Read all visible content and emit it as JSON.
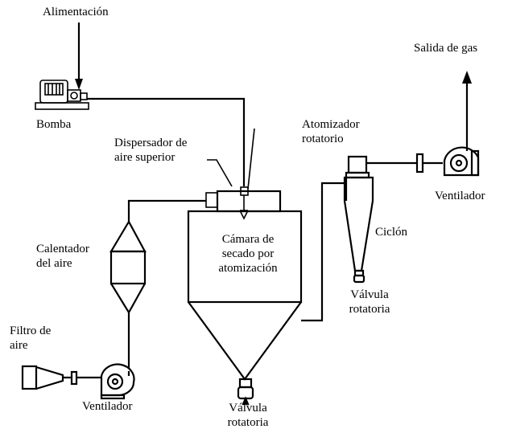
{
  "labels": {
    "alimentacion": "Alimentación",
    "bomba": "Bomba",
    "salida_gas": "Salida de gas",
    "atomizador": [
      "Atomizador",
      "rotatorio"
    ],
    "dispersador": [
      "Dispersador de",
      "aire superior"
    ],
    "ventilador_salida": "Ventilador",
    "calentador": [
      "Calentador",
      "del aire"
    ],
    "camara": [
      "Cámara de",
      "secado por",
      "atomización"
    ],
    "ciclon": "Ciclón",
    "valvula_ciclon": [
      "Válvula",
      "rotatoria"
    ],
    "filtro": [
      "Filtro de",
      "aire"
    ],
    "ventilador_entrada": "Ventilador",
    "valvula_camara": [
      "Válvula",
      "rotatoria"
    ]
  },
  "colors": {
    "line": "#000000",
    "background": "#ffffff"
  }
}
